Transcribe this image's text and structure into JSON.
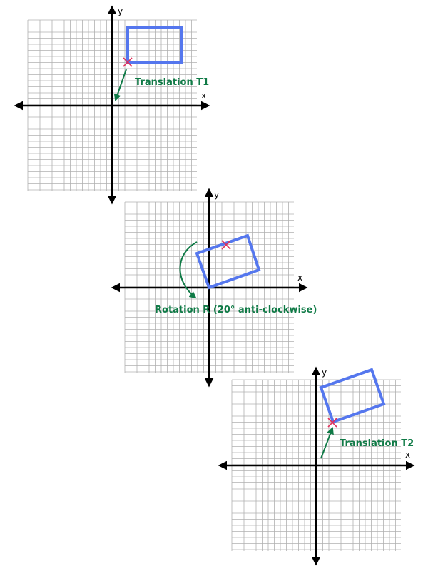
{
  "colors": {
    "grid": "#b0b0b0",
    "axis": "#000000",
    "shape": "#5577ee",
    "marker": "#e0305a",
    "annotation": "#0f7a46"
  },
  "panels": [
    {
      "x_label": "x",
      "y_label": "y",
      "annotation": "Translation T1"
    },
    {
      "x_label": "x",
      "y_label": "y",
      "annotation": "Rotation R (20° anti-clockwise)"
    },
    {
      "x_label": "x",
      "y_label": "y",
      "annotation": "Translation T2"
    }
  ]
}
